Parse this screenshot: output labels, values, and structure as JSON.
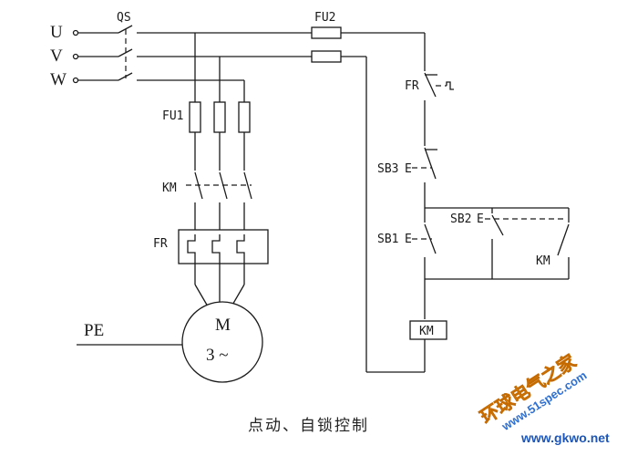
{
  "diagram": {
    "phases": [
      "U",
      "V",
      "W"
    ],
    "labels": {
      "qs": "QS",
      "fu1": "FU1",
      "fu2": "FU2",
      "km_main": "KM",
      "fr_main": "FR",
      "fr_control": "FR",
      "sb3": "SB3",
      "sb1": "SB1",
      "sb2": "SB2",
      "km_aux": "KM",
      "km_coil": "KM",
      "pe": "PE",
      "motor_m": "M",
      "motor_spec": "3 ~",
      "actuator": "E"
    },
    "caption": "点动、自锁控制"
  },
  "watermark": {
    "text_cn": "环球电气之家",
    "url1": "www.51spec.com",
    "url2": "www.gkwo.net"
  }
}
